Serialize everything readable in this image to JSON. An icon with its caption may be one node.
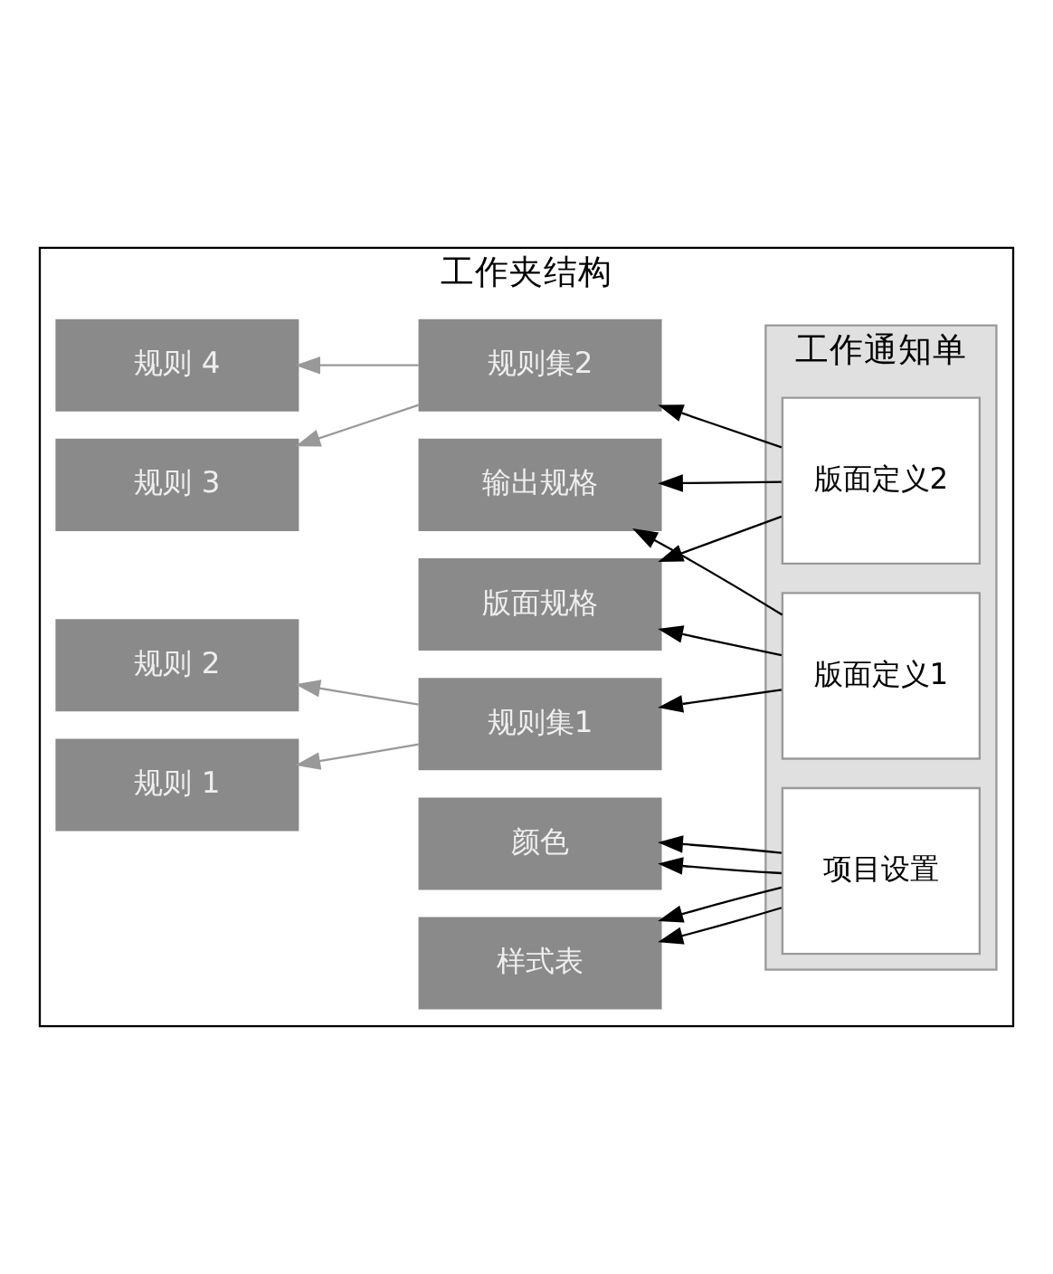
{
  "diagram": {
    "nodes": [
      {
        "text": [
          "工作夹结构"
        ]
      },
      {
        "text": [
          "样式表"
        ],
        "in": 0
      },
      {
        "text": [
          "颜色"
        ],
        "in": 0
      },
      {
        "text": [
          "版面规格"
        ],
        "in": 0
      },
      {
        "text": [
          "输出规格"
        ],
        "in": 0
      },
      {
        "text": [
          "规则 1"
        ],
        "in": 0
      },
      {
        "text": [
          "规则集1"
        ],
        "in": 0
      },
      {
        "text": [
          "规则 2"
        ],
        "in": 0
      },
      {
        "text": [
          "规则 3"
        ],
        "in": 0
      },
      {
        "text": [
          "规则集2"
        ],
        "in": 0
      },
      {
        "text": [
          "规则 4"
        ],
        "in": 0
      },
      {
        "text": [
          "工作通知单"
        ],
        "in": 0
      },
      {
        "text": [
          "项目设置"
        ],
        "in": 11
      },
      {
        "text": [
          "版面定义1"
        ],
        "in": 11
      },
      {
        "text": [
          "版面定义2"
        ],
        "in": 11
      }
    ],
    "edges": [
      {
        "from": 12,
        "to": 1,
        "arrow": "to"
      },
      {
        "from": 12,
        "to": 1,
        "arrow": "to"
      },
      {
        "from": 12,
        "to": 2,
        "arrow": "to"
      },
      {
        "from": 12,
        "to": 2,
        "arrow": "to"
      },
      {
        "from": 13,
        "to": 3,
        "arrow": "to"
      },
      {
        "from": 13,
        "to": 4,
        "arrow": "to"
      },
      {
        "from": 13,
        "to": 6,
        "arrow": "to"
      },
      {
        "from": 14,
        "to": 3,
        "arrow": "to"
      },
      {
        "from": 14,
        "to": 4,
        "arrow": "to"
      },
      {
        "from": 14,
        "to": 9,
        "arrow": "to"
      },
      {
        "from": 6,
        "to": 5,
        "arrow": "to",
        "color": "#999999"
      },
      {
        "from": 6,
        "to": 7,
        "arrow": "to",
        "color": "#999999"
      },
      {
        "from": 9,
        "to": 8,
        "arrow": "to",
        "color": "#999999"
      },
      {
        "from": 9,
        "to": 10,
        "arrow": "to",
        "color": "#999999"
      }
    ]
  }
}
